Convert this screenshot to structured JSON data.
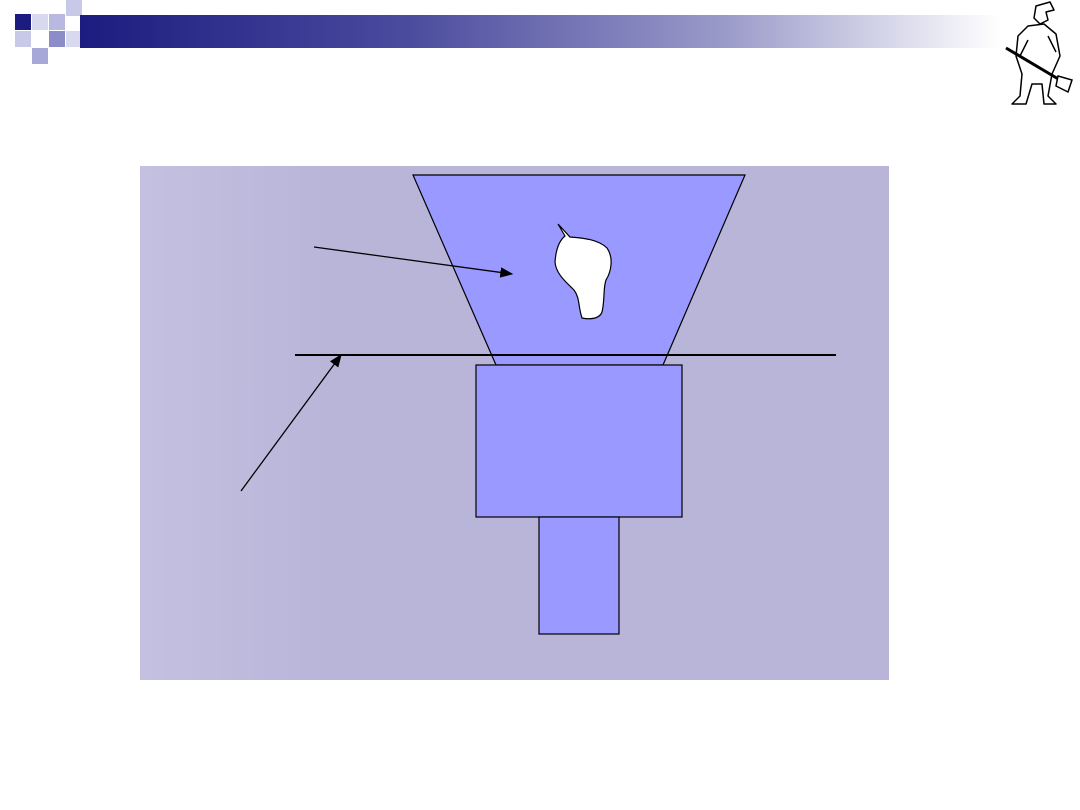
{
  "colors": {
    "panel": "#b9b5d9",
    "shape_fill": "#9999ff",
    "outline": "#000000",
    "header_dark": "#1c1c80",
    "header_light": "#9a9ac9",
    "decor_square_dark": "#1c1c80",
    "decor_square_light": "#b8b8e0"
  },
  "icons": {
    "logo": "worker-with-shovel-icon",
    "decor": "checker-squares-icon"
  },
  "diagram": {
    "shapes": [
      "hopper-trapezoid",
      "lump-shape",
      "middle-block",
      "lower-block",
      "horizontal-line",
      "arrow-upper",
      "arrow-lower"
    ]
  }
}
